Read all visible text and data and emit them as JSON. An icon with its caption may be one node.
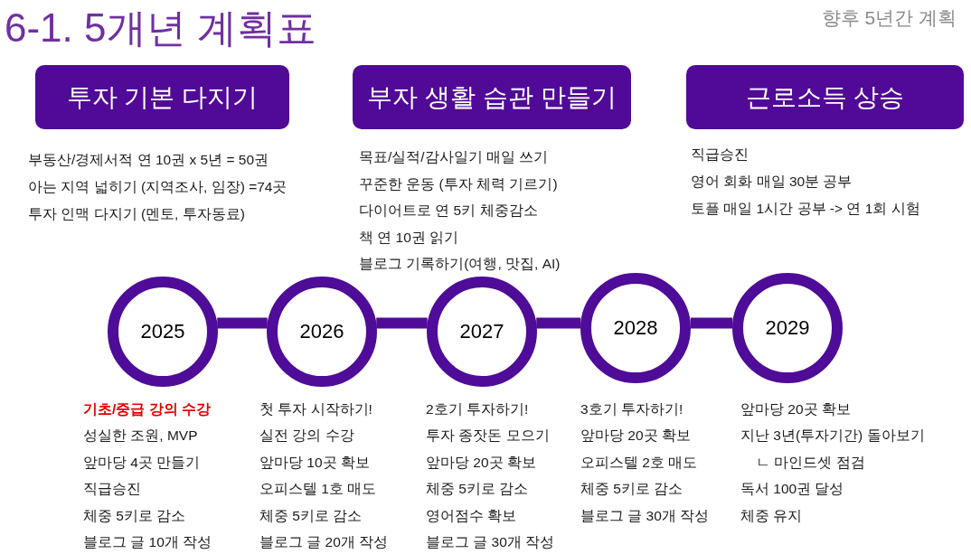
{
  "diagram": {
    "title": "6-1. 5개년 계획표",
    "nodes": [
      {
        "text": [
          "투자 기본 다지기"
        ],
        "beside": [
          "부동산/경제서적 연 10권 x 5년 = 50권",
          "아는 지역 넓히기 (지역조사, 임장) =74곳",
          "투자 인맥 다지기 (멘토, 투자동료)"
        ]
      },
      {
        "text": [
          "부자 생활 습관 만들기"
        ],
        "beside": [
          "목표/실적/감사일기 매일 쓰기",
          "꾸준한 운동 (투자 체력 기르기)",
          "다이어트로 연 5키 체중감소",
          "책 연 10권 읽기",
          "블로그 기록하기(여행, 맛집, AI)"
        ]
      },
      {
        "text": [
          "근로소득 상승"
        ],
        "beside": [
          "직급승진",
          "영어 회화 매일 30분 공부",
          "토플 매일 1시간 공부 -> 연 1회 시험"
        ]
      },
      {
        "text": [
          "2025"
        ],
        "beside": [
          "기초/중급 강의 수강",
          "성실한 조원, MVP",
          "앞마당 4곳 만들기",
          "직급승진",
          "체중 5키로 감소",
          "블로그 글 10개 작성"
        ]
      },
      {
        "text": [
          "2026"
        ],
        "beside": [
          "첫 투자 시작하기!",
          "실전 강의 수강",
          "앞마당 10곳 확보",
          "오피스텔 1호 매도",
          "체중 5키로 감소",
          "블로그 글 20개 작성"
        ]
      },
      {
        "text": [
          "2027"
        ],
        "beside": [
          "2호기 투자하기!",
          "투자 종잣돈 모으기",
          "앞마당 20곳 확보",
          "체중 5키로 감소",
          "영어점수 확보",
          "블로그 글 30개 작성"
        ]
      },
      {
        "text": [
          "2028"
        ],
        "beside": [
          "3호기 투자하기!",
          "앞마당 20곳 확보",
          "오피스텔 2호 매도",
          "체중 5키로 감소",
          "블로그 글 30개 작성"
        ]
      },
      {
        "text": [
          "2029"
        ],
        "beside": [
          "앞마당 20곳 확보",
          "지난 3년(투자기간) 돌아보기",
          "ㄴ 마인드셋 점검",
          "독서 100권 달성",
          "체중 유지"
        ]
      }
    ],
    "edges": [
      {
        "from": 3,
        "to": 4,
        "arrow": "none"
      },
      {
        "from": 4,
        "to": 5,
        "arrow": "none"
      },
      {
        "from": 5,
        "to": 6,
        "arrow": "none"
      },
      {
        "from": 6,
        "to": 7,
        "arrow": "none"
      }
    ],
    "labels": [
      "향후 5년간 계획"
    ]
  }
}
